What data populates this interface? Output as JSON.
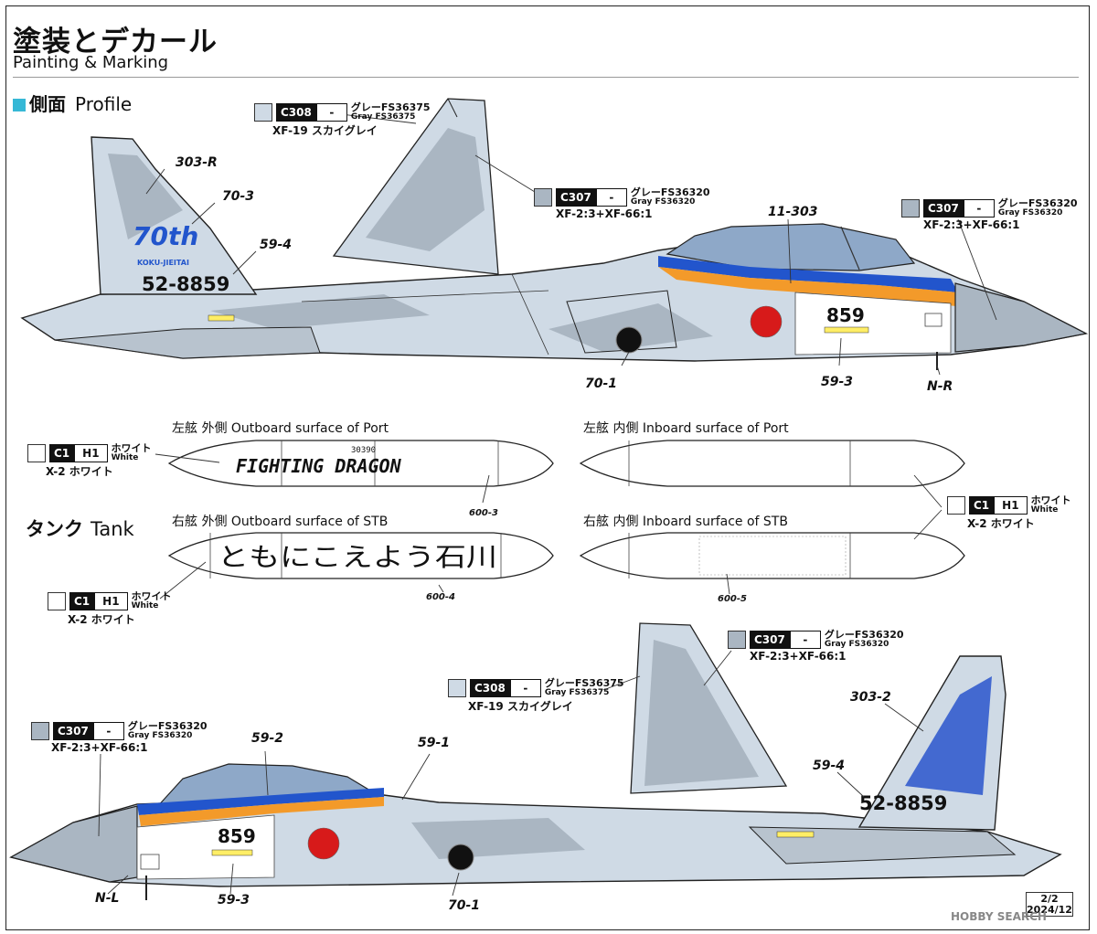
{
  "header": {
    "title_jp": "塗装とデカール",
    "title_en": "Painting & Marking"
  },
  "section": {
    "jp": "側面",
    "en": "Profile"
  },
  "tank": {
    "jp": "タンク",
    "en": "Tank"
  },
  "tank_labels": {
    "port_out": "左舷 外側 Outboard surface of Port",
    "port_in": "左舷 内側 Inboard surface of Port",
    "stb_out": "右舷 外側 Outboard surface of STB",
    "stb_in": "右舷 内側 Inboard surface of STB"
  },
  "tank_text": {
    "port": "FIGHTING DRAGON",
    "stb": "ともにこえよう石川",
    "small_number": "30390"
  },
  "aircraft_markings": {
    "serial": "52-8859",
    "nose": "859",
    "tail_emblem": "70th",
    "tail_sub": "KOKU-JIEITAI"
  },
  "callouts": {
    "c303r": "303-R",
    "c70_3": "70-3",
    "c59_4_top": "59-4",
    "c11_303": "11-303",
    "c70_1_top": "70-1",
    "c59_3_top": "59-3",
    "cNR": "N-R",
    "c600_3": "600-3",
    "c600_4": "600-4",
    "c600_5": "600-5",
    "c59_2": "59-2",
    "c59_1": "59-1",
    "c303_2": "303-2",
    "c59_4_bot": "59-4",
    "cNL": "N-L",
    "c59_3_bot": "59-3",
    "c70_1_bot": "70-1"
  },
  "paints": {
    "c308_top": {
      "c1": "C308",
      "c2": "-",
      "jp": "グレーFS36375",
      "en": "Gray FS36375",
      "mix": "XF-19 スカイグレイ",
      "color": "#cfdae5"
    },
    "c307_top": {
      "c1": "C307",
      "c2": "-",
      "jp": "グレーFS36320",
      "en": "Gray FS36320",
      "mix": "XF-2:3+XF-66:1",
      "color": "#aab6c2"
    },
    "c307_right": {
      "c1": "C307",
      "c2": "-",
      "jp": "グレーFS36320",
      "en": "Gray FS36320",
      "mix": "XF-2:3+XF-66:1",
      "color": "#aab6c2"
    },
    "white_port": {
      "c1": "C1",
      "c2": "H1",
      "jp": "ホワイト",
      "en": "White",
      "mix": "X-2 ホワイト",
      "color": "#ffffff"
    },
    "white_right": {
      "c1": "C1",
      "c2": "H1",
      "jp": "ホワイト",
      "en": "White",
      "mix": "X-2 ホワイト",
      "color": "#ffffff"
    },
    "white_stb": {
      "c1": "C1",
      "c2": "H1",
      "jp": "ホワイト",
      "en": "White",
      "mix": "X-2 ホワイト",
      "color": "#ffffff"
    },
    "c307_bot": {
      "c1": "C307",
      "c2": "-",
      "jp": "グレーFS36320",
      "en": "Gray FS36320",
      "mix": "XF-2:3+XF-66:1",
      "color": "#aab6c2"
    },
    "c308_bot": {
      "c1": "C308",
      "c2": "-",
      "jp": "グレーFS36375",
      "en": "Gray FS36375",
      "mix": "XF-19 スカイグレイ",
      "color": "#cfdae5"
    },
    "c307_left": {
      "c1": "C307",
      "c2": "-",
      "jp": "グレーFS36320",
      "en": "Gray FS36320",
      "mix": "XF-2:3+XF-66:1",
      "color": "#aab6c2"
    }
  },
  "page": {
    "num": "2/2",
    "date": "2024/12"
  },
  "watermark": "HOBBY SEARCH",
  "colors": {
    "light_gray": "#cfdae5",
    "mid_gray": "#aab6c2",
    "blue": "#2255cc",
    "orange": "#f39a2a",
    "hinomaru": "#d71a1a",
    "accent": "#36b8d6"
  }
}
